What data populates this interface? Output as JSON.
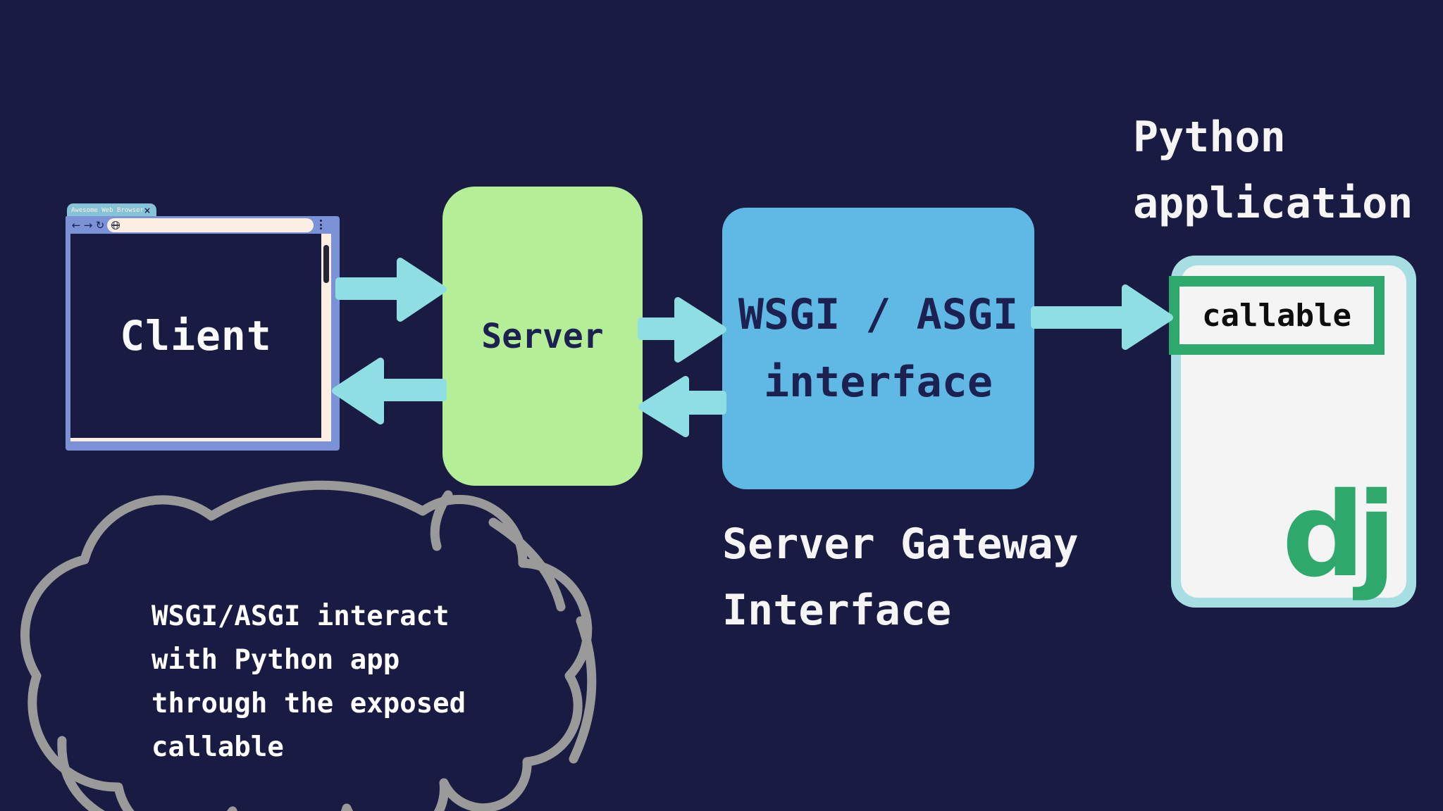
{
  "palette": {
    "background": "#191b42",
    "arrow_teal": "#8edee3",
    "server_green": "#b5ee97",
    "wsgi_blue": "#5fb9e4",
    "navy_text": "#1c2152",
    "browser_frame": "#7b92d6",
    "browser_tab": "#85c3d6",
    "cream": "#fdeee3",
    "card_teal": "#a7dee3",
    "card_white": "#f3f4f3",
    "django_green": "#2ea86c",
    "cloud_gray": "#9a9a9a",
    "white_text": "#f5f5f5"
  },
  "client_window": {
    "tab_title": "Awesome Web Browser",
    "close_glyph": "×",
    "back_glyph": "←",
    "forward_glyph": "→",
    "reload_glyph": "↻",
    "url_value": "",
    "label": "Client"
  },
  "server_box": {
    "label": "Server"
  },
  "wsgi_box": {
    "line1": "WSGI / ASGI",
    "line2": "interface"
  },
  "gateway_caption": {
    "line1": "Server Gateway",
    "line2": "Interface"
  },
  "python_app": {
    "title_line1": "Python",
    "title_line2": "application",
    "callable_label": "callable",
    "logo_text": "dj"
  },
  "cloud_note": {
    "lines": [
      "WSGI/ASGI interact",
      "with Python app",
      "through the exposed",
      "callable"
    ]
  }
}
